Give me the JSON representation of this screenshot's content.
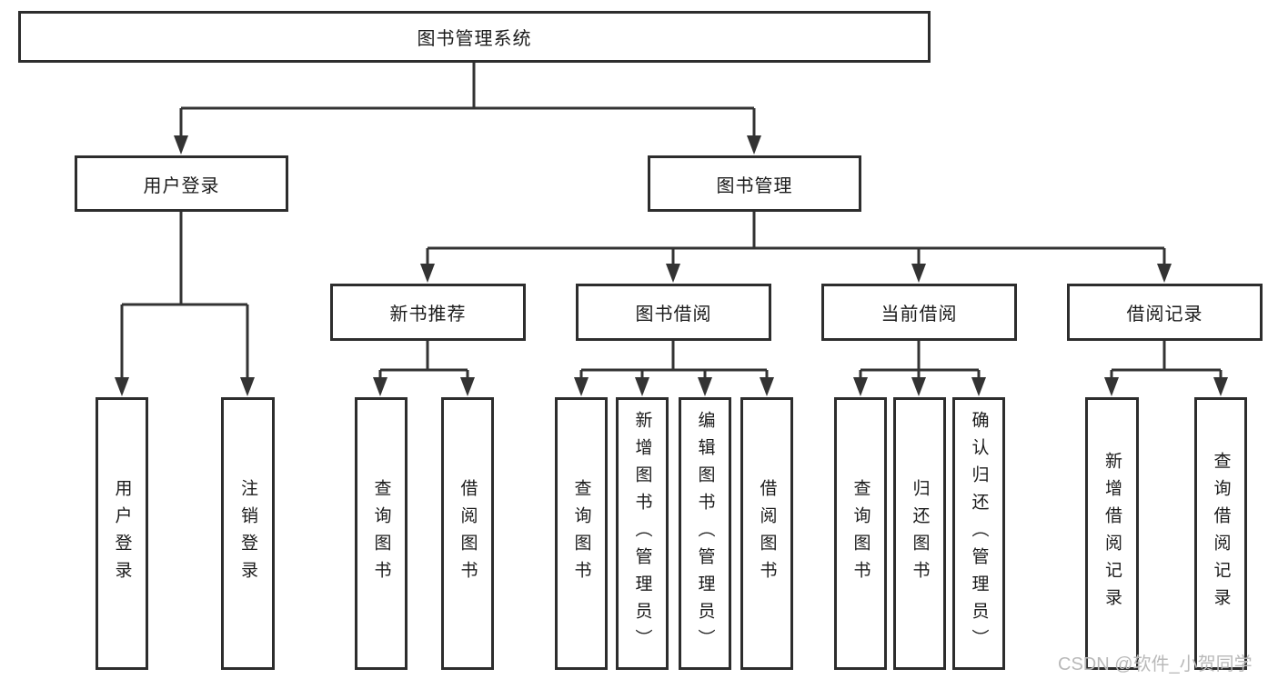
{
  "tree": {
    "root": {
      "label": "图书管理系统"
    },
    "level2": [
      {
        "label": "用户登录",
        "children": [
          {
            "label": "用户登录"
          },
          {
            "label": "注销登录"
          }
        ]
      },
      {
        "label": "图书管理",
        "children": [
          {
            "label": "新书推荐",
            "children": [
              {
                "label": "查询图书"
              },
              {
                "label": "借阅图书"
              }
            ]
          },
          {
            "label": "图书借阅",
            "children": [
              {
                "label": "查询图书"
              },
              {
                "label": "新增图书（管理员）"
              },
              {
                "label": "编辑图书（管理员）"
              },
              {
                "label": "借阅图书"
              }
            ]
          },
          {
            "label": "当前借阅",
            "children": [
              {
                "label": "查询图书"
              },
              {
                "label": "归还图书"
              },
              {
                "label": "确认归还（管理员）"
              }
            ]
          },
          {
            "label": "借阅记录",
            "children": [
              {
                "label": "新增借阅记录"
              },
              {
                "label": "查询借阅记录"
              }
            ]
          }
        ]
      }
    ]
  },
  "watermark": {
    "text": "CSDN @软件_小贺同学"
  },
  "colors": {
    "border": "#2d2d2d",
    "line": "#333333",
    "text": "#1b1b1b",
    "watermark": "#b9b9b9",
    "background": "#ffffff"
  }
}
